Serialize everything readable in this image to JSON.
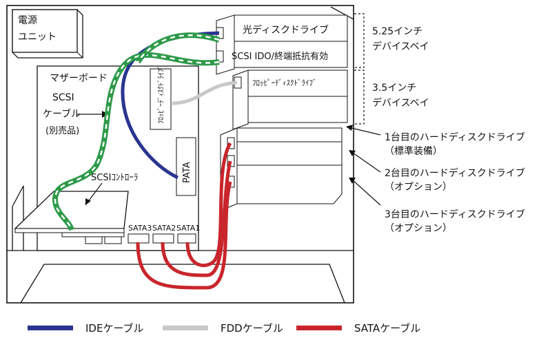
{
  "labels": {
    "power_unit_line1": "電源",
    "power_unit_line2": "ユニット",
    "motherboard": "マザーボード",
    "scsi_cable_line1": "SCSI",
    "scsi_cable_line2": "ケーブル",
    "scsi_cable_line3": "(別売品)",
    "scsi_controller": "SCSIｺﾝﾄﾛｰﾗ",
    "floppy_connector": "ﾌﾛｯﾋﾟｰﾃﾞｨｽｸﾄﾞﾗｲﾌﾞ",
    "pata": "PATA",
    "sata3": "SATA3",
    "sata2": "SATA2",
    "sata1": "SATA1",
    "optical_drive": "光ディスクドライブ",
    "scsi_ido": "SCSI IDO/終端抵抗有効",
    "fdd_slot": "ﾌﾛｯﾋﾟｰﾃﾞｨｽｸﾄﾞﾗｲﾌﾞ",
    "bay_525_line1": "5.25インチ",
    "bay_525_line2": "デバイスベイ",
    "bay_35_line1": "3.5インチ",
    "bay_35_line2": "デバイスベイ",
    "hdd1_line1": "1台目のハードディスクドライブ",
    "hdd1_line2": "（標準装備）",
    "hdd2_line1": "2台目のハードディスクドライブ",
    "hdd2_line2": "（オプション）",
    "hdd3_line1": "3台目のハードディスクドライブ",
    "hdd3_line2": "（オプション）"
  },
  "legend": [
    {
      "label": "IDEケーブル",
      "color": "#2a3590"
    },
    {
      "label": "FDDケーブル",
      "color": "#c8c8c8"
    },
    {
      "label": "SATAケーブル",
      "color": "#c8262c"
    }
  ],
  "colors": {
    "ide": "#2a3590",
    "fdd": "#c8c8c8",
    "sata": "#c8262c",
    "scsi": "#2e9a4a"
  }
}
